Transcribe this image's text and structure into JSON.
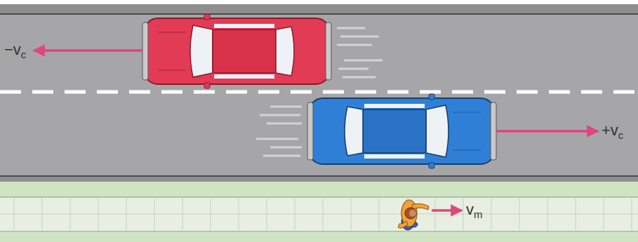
{
  "diagram": {
    "labels": [
      "−vc",
      "+vc",
      "vm"
    ]
  }
}
